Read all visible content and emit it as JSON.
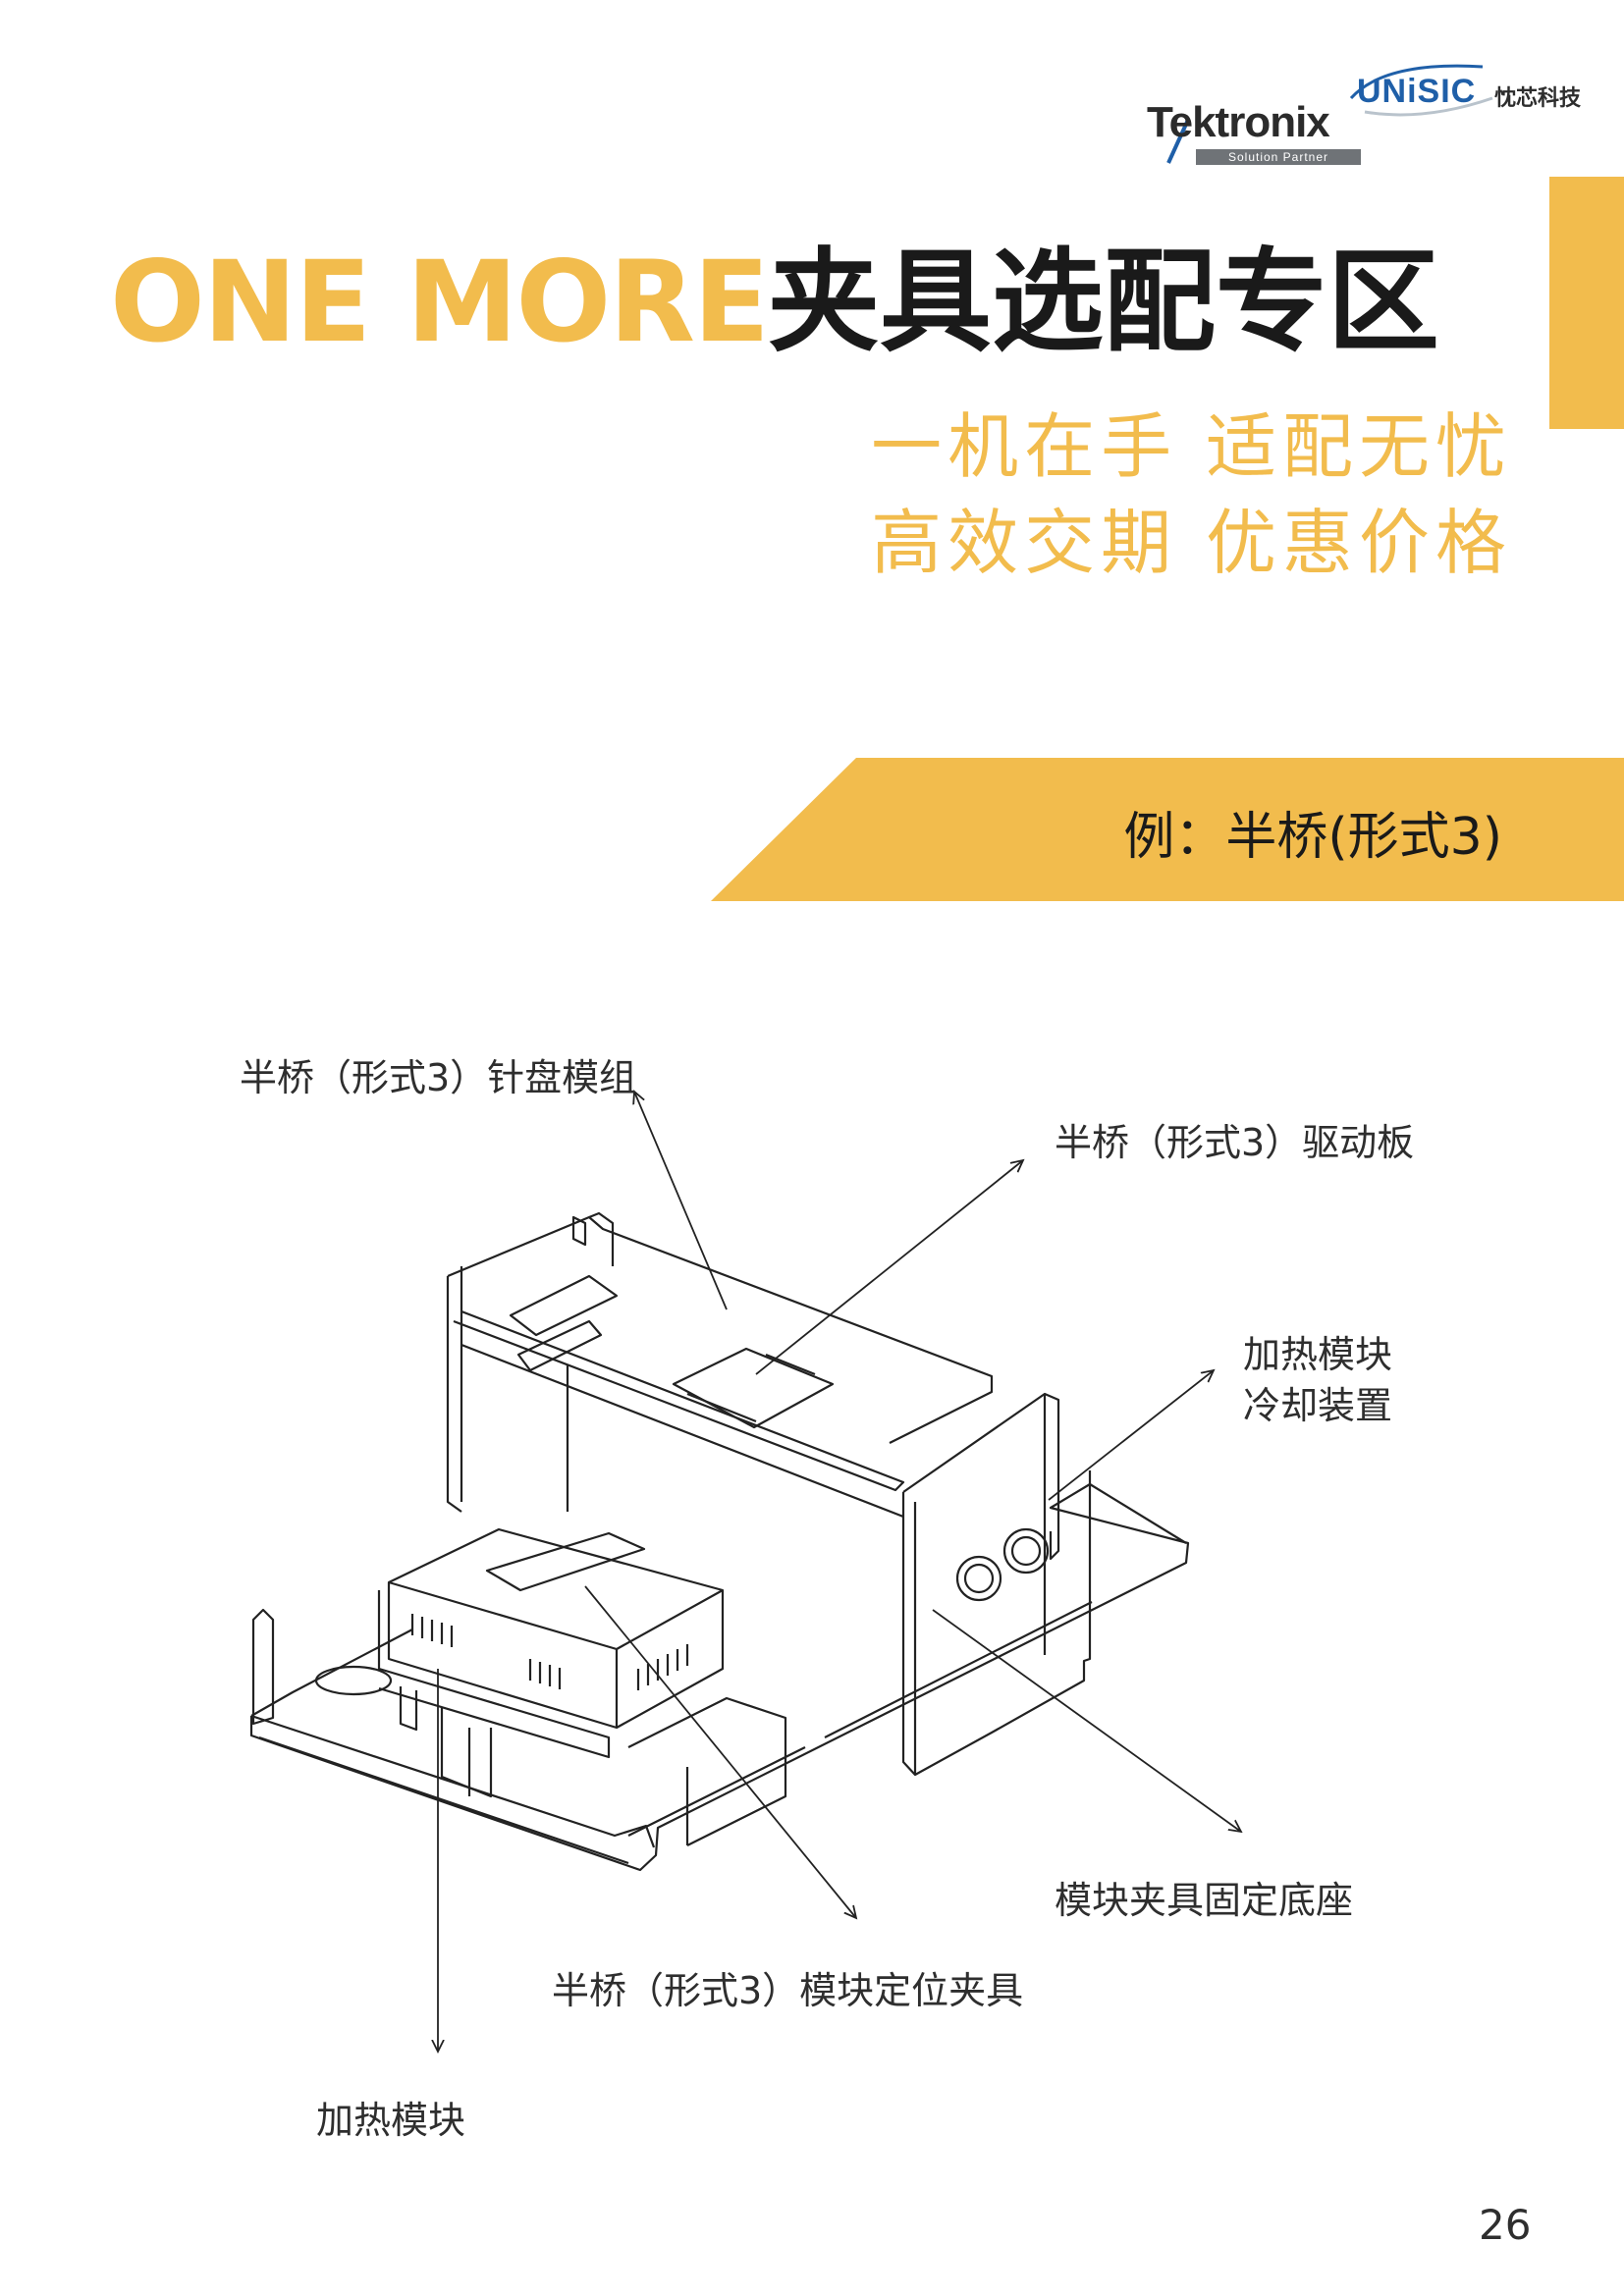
{
  "header": {
    "tektronix": {
      "word": "Tektronix",
      "partner": "Solution Partner"
    },
    "unisic": {
      "word": "UNiSIC",
      "chinese": "忱芯科技"
    }
  },
  "title": {
    "english": "ONE MORE",
    "chinese": "夹具选配专区"
  },
  "slogans": [
    "一机在手  适配无忧",
    "高效交期  优惠价格"
  ],
  "banner": {
    "text": "例：半桥(形式3)"
  },
  "callouts": {
    "needle_plate": "半桥（形式3）针盘模组",
    "drive_board": "半桥（形式3）驱动板",
    "heating_line1": "加热模块",
    "heating_line2": "冷却装置",
    "base": "模块夹具固定底座",
    "positioning": "半桥（形式3）模块定位夹具",
    "heating": "加热模块"
  },
  "page_number": "26",
  "colors": {
    "accent": "#f2bc4d",
    "text": "#1a1a1a",
    "brand_blue": "#1f5fa8"
  }
}
